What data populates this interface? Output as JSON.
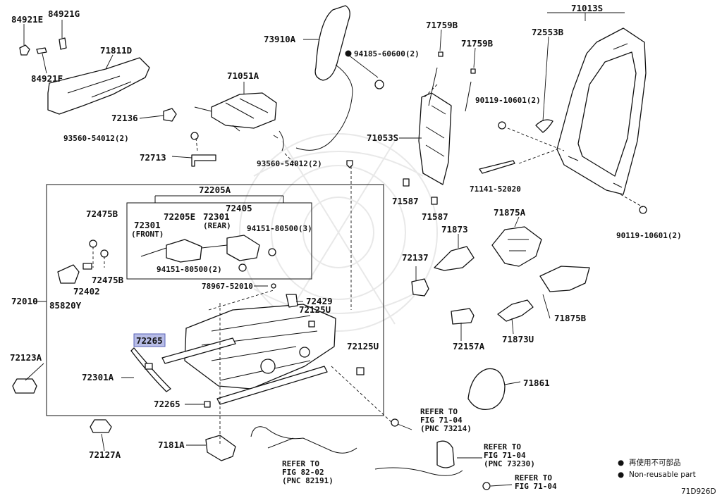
{
  "diagram": {
    "code": "71D926D",
    "legend": [
      {
        "symbol": "●",
        "text": "再使用不可部品"
      },
      {
        "symbol": "●",
        "text": "Non-reusable part"
      }
    ],
    "labels": {
      "p84921E": "84921E",
      "p84921G": "84921G",
      "p84921F": "84921F",
      "p71811D": "71811D",
      "p73910A": "73910A",
      "p94185": "94185-60600(2)",
      "p71759B_1": "71759B",
      "p71759B_2": "71759B",
      "p71013S": "71013S",
      "p72553B": "72553B",
      "p71051A": "71051A",
      "p90119_1": "90119-10601(2)",
      "p72136": "72136",
      "p93560_1": "93560-54012(2)",
      "p71053S": "71053S",
      "p72713": "72713",
      "p93560_2": "93560-54012(2)",
      "p71141": "71141-52020",
      "p72205A": "72205A",
      "p71587_1": "71587",
      "p71587_2": "71587",
      "p90119_2": "90119-10601(2)",
      "p72475B_1": "72475B",
      "p72301_front": "72301",
      "p72301_front_note": "(FRONT)",
      "p72205E": "72205E",
      "p72301_rear": "72301",
      "p72301_rear_note": "(REAR)",
      "p72405": "72405",
      "p94151_1": "94151-80500(3)",
      "p71875A": "71875A",
      "p71873": "71873",
      "p72137": "72137",
      "p94151_2": "94151-80500(2)",
      "p72402": "72402",
      "p72475B_2": "72475B",
      "p78967": "78967-52010",
      "p72429": "72429",
      "p72010": "72010",
      "p85820Y": "85820Y",
      "p72125U_1": "72125U",
      "p71875B": "71875B",
      "p72157A": "72157A",
      "p71873U": "71873U",
      "p72265_hl": "72265",
      "p72125U_2": "72125U",
      "p72123A": "72123A",
      "p72301A": "72301A",
      "p71861": "71861",
      "p72265": "72265",
      "p72127A": "72127A",
      "p7181A": "7181A"
    },
    "refs": [
      {
        "l1": "REFER TO",
        "l2": "FIG 71-04",
        "l3": "(PNC 73214)"
      },
      {
        "l1": "REFER TO",
        "l2": "FIG 71-04",
        "l3": "(PNC 73230)"
      },
      {
        "l1": "REFER TO",
        "l2": "FIG 82-02",
        "l3": "(PNC 82191)"
      },
      {
        "l1": "REFER TO",
        "l2": "FIG 71-04",
        "l3": ""
      }
    ]
  }
}
